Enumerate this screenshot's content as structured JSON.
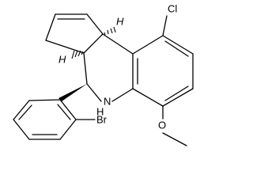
{
  "labels": {
    "cl": "Cl",
    "h_upper": "H",
    "h_lower": "H",
    "nh": "H",
    "n": "N",
    "o": "O",
    "br": "Br"
  }
}
